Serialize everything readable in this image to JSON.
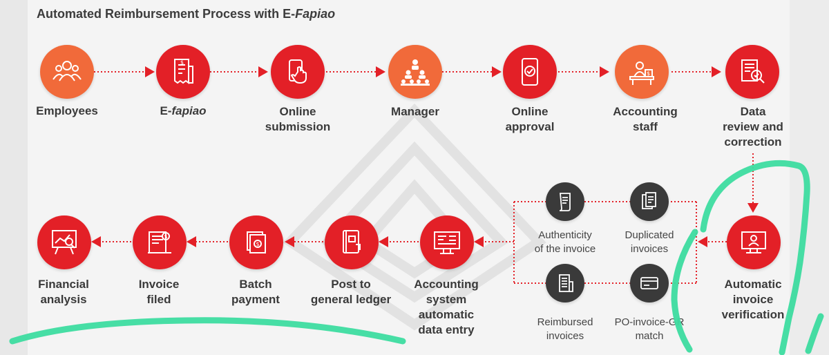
{
  "title": {
    "prefix": "Automated Reimbursement Process with E-",
    "italic": "Fapiao"
  },
  "top_row": [
    {
      "name": "employees",
      "label": "Employees",
      "icon": "people-group-icon"
    },
    {
      "name": "e-fapiao",
      "label_prefix": "E-",
      "label_italic": "fapiao",
      "icon": "receipt-icon"
    },
    {
      "name": "online-submission",
      "label_lines": [
        "Online",
        "submission"
      ],
      "icon": "phone-touch-icon"
    },
    {
      "name": "manager",
      "label": "Manager",
      "icon": "org-chart-icon"
    },
    {
      "name": "online-approval",
      "label_lines": [
        "Online",
        "approval"
      ],
      "icon": "phone-check-icon"
    },
    {
      "name": "accounting-staff",
      "label_lines": [
        "Accounting",
        "staff"
      ],
      "icon": "desk-worker-icon"
    },
    {
      "name": "data-review",
      "label_lines": [
        "Data",
        "review and",
        "correction"
      ],
      "icon": "magnify-document-icon"
    }
  ],
  "bottom_row": [
    {
      "name": "financial-analysis",
      "label_lines": [
        "Financial",
        "analysis"
      ],
      "icon": "chart-board-icon"
    },
    {
      "name": "invoice-filed",
      "label_lines": [
        "Invoice",
        "filed"
      ],
      "icon": "filing-icon"
    },
    {
      "name": "batch-payment",
      "label_lines": [
        "Batch",
        "payment"
      ],
      "icon": "banknotes-icon"
    },
    {
      "name": "post-general-ledger",
      "label_lines": [
        "Post to",
        "general ledger"
      ],
      "icon": "ledger-book-icon"
    },
    {
      "name": "accounting-system",
      "label_lines": [
        "Accounting",
        "system",
        "automatic",
        "data entry"
      ],
      "icon": "monitor-data-icon"
    },
    {
      "name": "automatic-verification",
      "label_lines": [
        "Automatic",
        "invoice",
        "verification"
      ],
      "icon": "computer-user-icon"
    }
  ],
  "checks": [
    {
      "name": "authenticity",
      "label_lines": [
        "Authenticity",
        "of the invoice"
      ],
      "icon": "scroll-icon"
    },
    {
      "name": "duplicated",
      "label_lines": [
        "Duplicated",
        "invoices"
      ],
      "icon": "copy-documents-icon"
    },
    {
      "name": "reimbursed",
      "label_lines": [
        "Reimbursed",
        "invoices"
      ],
      "icon": "building-icon"
    },
    {
      "name": "po-match",
      "label_lines": [
        "PO-invoice-GR",
        "match"
      ],
      "icon": "card-icon"
    }
  ],
  "colors": {
    "red": "#e32027",
    "orange": "#f16a3a",
    "dark": "#3a3a3a",
    "highlight": "#3ddca0"
  }
}
